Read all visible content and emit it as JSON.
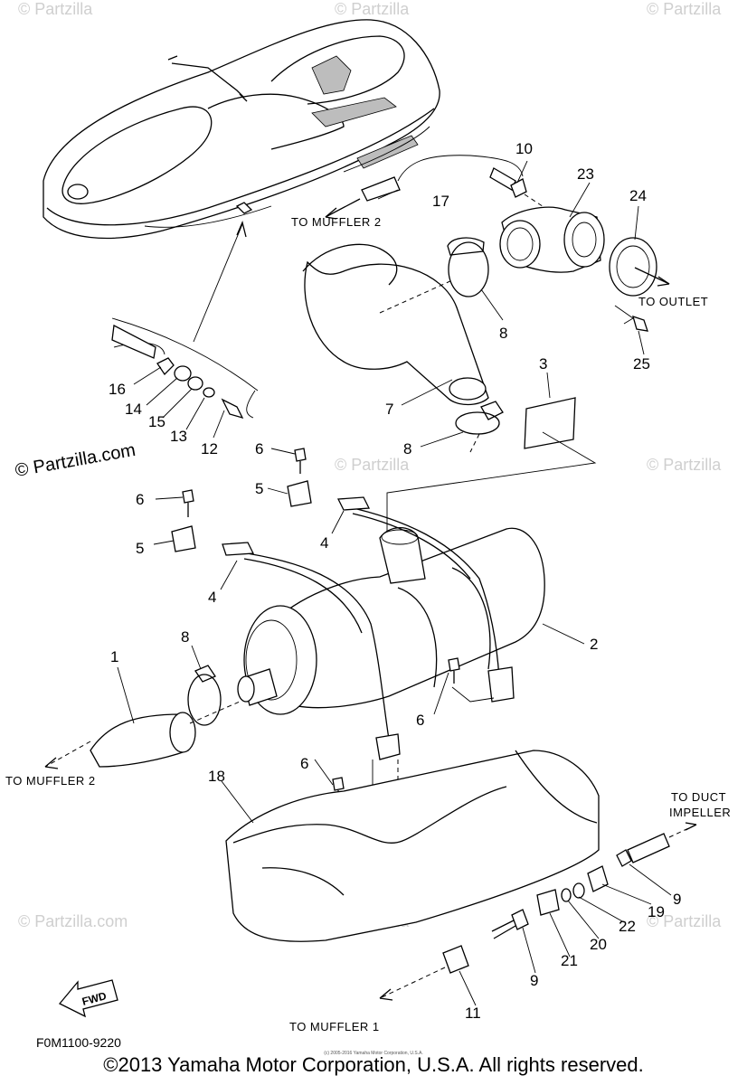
{
  "callouts": {
    "c1": "1",
    "c2": "2",
    "c3": "3",
    "c4a": "4",
    "c4b": "4",
    "c5a": "5",
    "c5b": "5",
    "c6a": "6",
    "c6b": "6",
    "c6c": "6",
    "c6d": "6",
    "c7": "7",
    "c8a": "8",
    "c8b": "8",
    "c8c": "8",
    "c9a": "9",
    "c9b": "9",
    "c10": "10",
    "c11": "11",
    "c12": "12",
    "c13": "13",
    "c14": "14",
    "c15": "15",
    "c16": "16",
    "c17": "17",
    "c18": "18",
    "c19": "19",
    "c20": "20",
    "c21": "21",
    "c22": "22",
    "c23": "23",
    "c24": "24",
    "c25": "25"
  },
  "destinations": {
    "to_muffler2_top": "TO MUFFLER 2",
    "to_outlet": "TO OUTLET",
    "to_muffler2_left": "TO MUFFLER 2",
    "to_duct_impeller_line1": "TO DUCT",
    "to_duct_impeller_line2": "IMPELLER",
    "to_muffler1": "TO MUFFLER 1"
  },
  "fwd_label": "FWD",
  "diagram_code": "F0M1100-9220",
  "watermark": "© Partzilla.com",
  "watermark_short": "© Partzilla",
  "small_print": "(c) 2005-2016 Yamaha Motor Corporation, U.S.A.",
  "copyright": "©2013 Yamaha Motor Corporation, U.S.A. All rights reserved."
}
